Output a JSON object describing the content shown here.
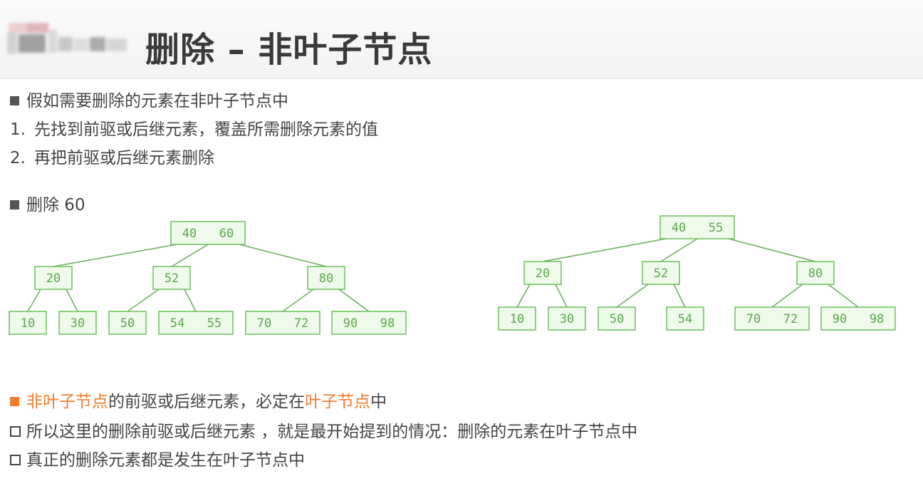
{
  "header": {
    "title": "删除 – 非叶子节点"
  },
  "intro": {
    "heading": "假如需要删除的元素在非叶子节点中",
    "steps": [
      {
        "number": "1.",
        "text": "先找到前驱或后继元素，覆盖所需删除元素的值"
      },
      {
        "number": "2.",
        "text": "再把前驱或后继元素删除"
      }
    ]
  },
  "example": {
    "label": "删除 60"
  },
  "tree_before": {
    "root": [
      "40",
      "60"
    ],
    "level1": [
      [
        "20"
      ],
      [
        "52"
      ],
      [
        "80"
      ]
    ],
    "leaves": [
      [
        "10"
      ],
      [
        "30"
      ],
      [
        "50"
      ],
      [
        "54",
        "55"
      ],
      [
        "70",
        "72"
      ],
      [
        "90",
        "98"
      ]
    ]
  },
  "tree_after": {
    "root": [
      "40",
      "55"
    ],
    "level1": [
      [
        "20"
      ],
      [
        "52"
      ],
      [
        "80"
      ]
    ],
    "leaves": [
      [
        "10"
      ],
      [
        "30"
      ],
      [
        "50"
      ],
      [
        "54"
      ],
      [
        "70",
        "72"
      ],
      [
        "90",
        "98"
      ]
    ]
  },
  "notes": {
    "note1": {
      "part1": "非叶子节点",
      "part2": "的前驱或后继元素，必定在",
      "part3": "叶子节点",
      "part4": "中"
    },
    "note2": "所以这里的删除前驱或后继元素 ，就是最开始提到的情况：删除的元素在叶子节点中",
    "note3": "真正的删除元素都是发生在叶子节点中"
  },
  "colors": {
    "accent": "#f07d2e",
    "node_fill": "#eefaea",
    "node_border": "#6cc05d",
    "node_text": "#5aa84c",
    "edge": "#6cb15e"
  }
}
